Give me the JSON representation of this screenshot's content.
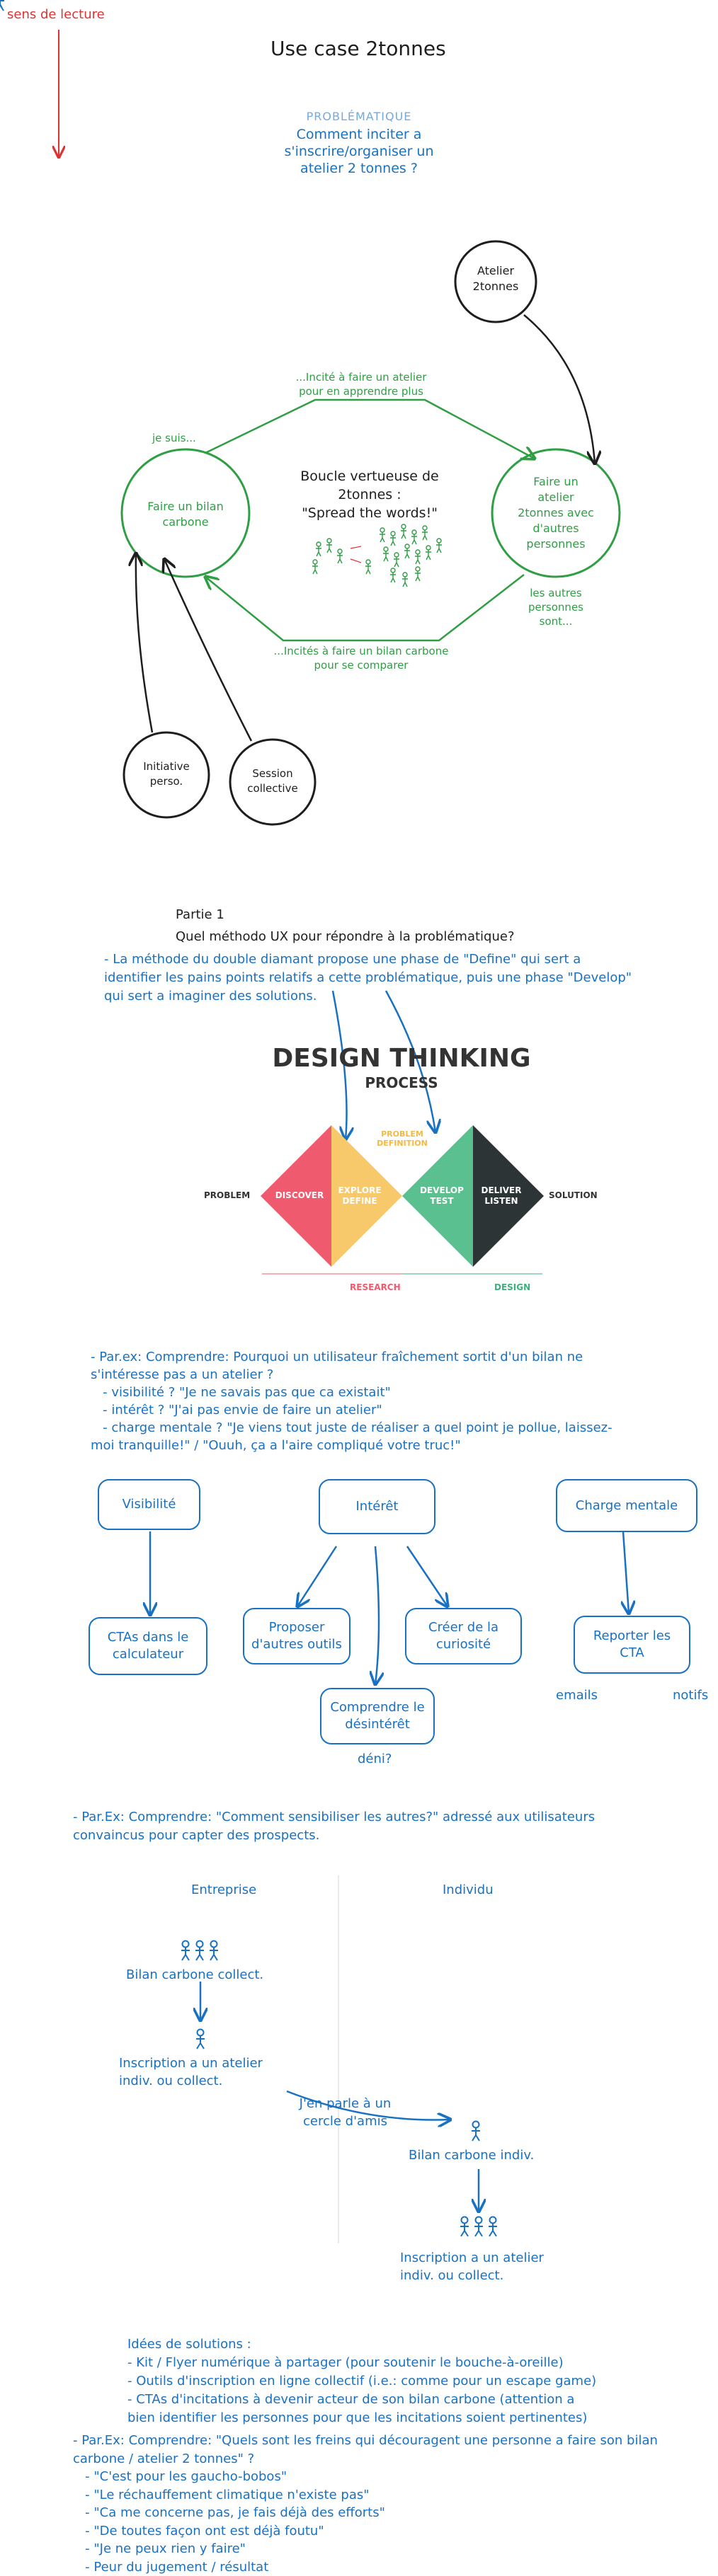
{
  "reading_hint": "sens de lecture",
  "title": "Use case 2tonnes",
  "problem": {
    "label": "PROBLÉMATIQUE",
    "lines": [
      "Comment inciter a",
      "s'inscrire/organiser un",
      "atelier 2 tonnes ?"
    ]
  },
  "loop": {
    "atelier_circle": [
      "Atelier",
      "2tonnes"
    ],
    "left_circle": [
      "Faire un bilan",
      "carbone"
    ],
    "right_circle": [
      "Faire un",
      "atelier",
      "2tonnes avec",
      "d'autres",
      "personnes"
    ],
    "top_arrow_label": [
      "...Incité à faire un atelier",
      "pour en apprendre plus"
    ],
    "bottom_arrow_label": [
      "...Incités à faire un bilan carbone",
      "pour se comparer"
    ],
    "je_suis": "je suis...",
    "others": [
      "les autres",
      "personnes",
      "sont..."
    ],
    "center_title": [
      "Boucle vertueuse de",
      "2tonnes :"
    ],
    "center_quote": "\"Spread the words!\"",
    "initiative_circle": [
      "Initiative",
      "perso."
    ],
    "session_circle": [
      "Session",
      "collective"
    ]
  },
  "part1": {
    "heading": "Partie 1",
    "question": "Quel méthodo UX pour répondre à la problématique?",
    "method_lines": [
      "- La méthode du double diamant propose une phase de \"Define\" qui sert a",
      "identifier les pains points relatifs a cette problématique, puis une phase \"Develop\"",
      "qui sert a imaginer des solutions."
    ]
  },
  "design_thinking": {
    "title": "DESIGN THINKING",
    "subtitle": "PROCESS",
    "problem": "PROBLEM",
    "solution": "SOLUTION",
    "discover": "DISCOVER",
    "explore": [
      "EXPLORE",
      "DEFINE"
    ],
    "develop": [
      "DEVELOP",
      "TEST"
    ],
    "deliver": [
      "DELIVER",
      "LISTEN"
    ],
    "problem_definition": [
      "PROBLEM",
      "DEFINITION"
    ],
    "research": "RESEARCH",
    "design": "DESIGN",
    "colors": {
      "discover": "#ef5a6f",
      "explore": "#f8c96a",
      "develop": "#5bc08f",
      "deliver": "#2d3436",
      "research": "#ef5a6f",
      "design": "#3fae7a"
    }
  },
  "example1": {
    "lines": [
      "- Par.ex: Comprendre: Pourquoi un utilisateur fraîchement sortit d'un bilan ne",
      "s'intéresse pas a un atelier ?",
      "   - visibilité ? \"Je ne savais pas que ca existait\"",
      "   - intérêt ? \"J'ai pas envie de faire un atelier\"",
      "   - charge mentale ? \"Je viens tout juste de réaliser a quel point je pollue, laissez-",
      "moi tranquille!\" / \"Ouuh, ça a l'aire compliqué votre truc!\""
    ],
    "boxes": {
      "visibilite": "Visibilité",
      "interet": "Intérêt",
      "charge": "Charge mentale",
      "ctas": [
        "CTAs dans le",
        "calculateur"
      ],
      "proposer": [
        "Proposer",
        "d'autres outils"
      ],
      "curiosite": [
        "Créer de la",
        "curiosité"
      ],
      "desinteret": [
        "Comprendre le",
        "désintérêt"
      ],
      "reporter": [
        "Reporter les",
        "CTA"
      ]
    },
    "emails": "emails",
    "notifs": "notifs",
    "deni": "déni?"
  },
  "example2": {
    "lines": [
      "- Par.Ex: Comprendre: \"Comment sensibiliser les autres?\" adressé aux utilisateurs",
      "convaincus pour capter des prospects."
    ],
    "entreprise": "Entreprise",
    "individu": "Individu",
    "bilan_collect": "Bilan carbone collect.",
    "inscription1": [
      "Inscription a un atelier",
      "indiv. ou collect."
    ],
    "cercle": [
      "J'en parle à un",
      "cercle d'amis"
    ],
    "bilan_indiv": "Bilan carbone indiv.",
    "inscription2": [
      "Inscription a un atelier",
      "indiv. ou collect."
    ]
  },
  "ideas": {
    "lines": [
      "Idées de solutions :",
      "- Kit / Flyer numérique à partager (pour soutenir le bouche-à-oreille)",
      "- Outils d'inscription en ligne collectif (i.e.: comme pour un escape game)",
      "- CTAs d'incitations à devenir acteur de son bilan carbone (attention a",
      "bien identifier les personnes pour que les incitations soient pertinentes)"
    ]
  },
  "example3": {
    "lines": [
      "- Par.Ex: Comprendre: \"Quels sont les freins qui découragent une personne a faire son bilan",
      "carbone / atelier 2 tonnes\" ?",
      "   - \"C'est pour les gaucho-bobos\"",
      "   - \"Le réchauffement climatique n'existe pas\"",
      "   - \"Ca me concerne pas, je fais déjà des efforts\"",
      "   - \"De toutes façon ont est déjà foutu\"",
      "   - \"Je ne peux rien y faire\"",
      "   - Peur du jugement / résultat"
    ]
  }
}
